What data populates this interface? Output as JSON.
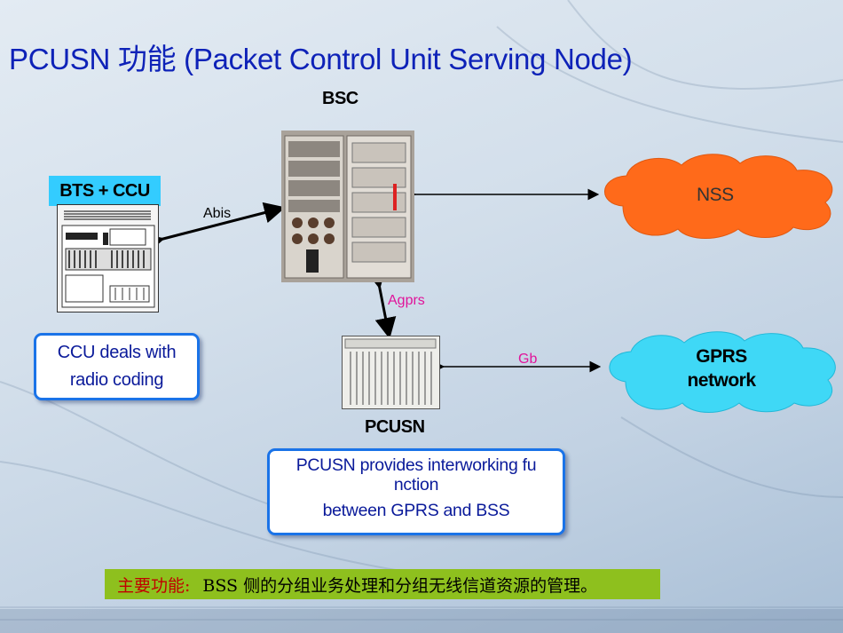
{
  "title": "PCUSN 功能 (Packet Control Unit  Serving Node)",
  "nodes": {
    "bsc": "BSC",
    "bts": "BTS + CCU",
    "pcusn": "PCUSN",
    "nss": "NSS",
    "gprs_line1": "GPRS",
    "gprs_line2": "network"
  },
  "links": {
    "abis": "Abis",
    "agprs": "Agprs",
    "gb": "Gb"
  },
  "callouts": {
    "ccu_line1": "CCU deals with",
    "ccu_line2": "radio coding",
    "pcusn_line1": "PCUSN provides interworking fu",
    "pcusn_line2": "nction",
    "pcusn_line3": "between GPRS and BSS"
  },
  "bottom_bar": {
    "key": "主要功能:",
    "value": "BSS 侧的分组业务处理和分组无线信道资源的管理。"
  },
  "colors": {
    "title": "#0e22b8",
    "bts_tag": "#33ccff",
    "nss_cloud": "#ff6a1a",
    "gprs_cloud": "#3fd8f6",
    "agprs": "#e0149a",
    "gb": "#e0149a",
    "callout_border": "#1a73e8",
    "bottom_bar": "#8ec01e"
  }
}
